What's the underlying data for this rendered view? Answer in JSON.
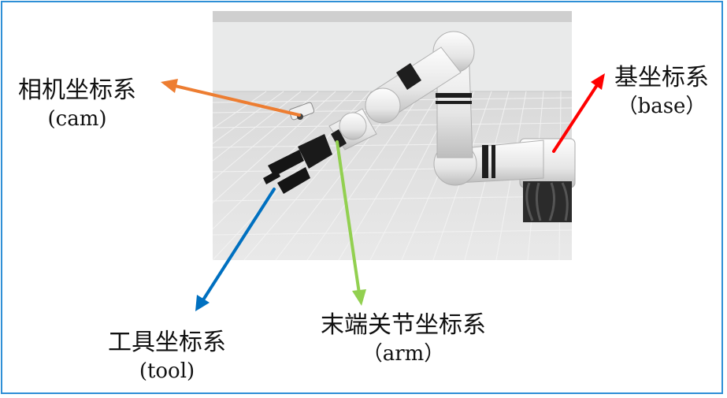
{
  "labels": {
    "cam": {
      "name": "相机坐标系",
      "code": "(cam)",
      "color": "#ed7d31"
    },
    "base": {
      "name": "基坐标系",
      "code": "（base）",
      "color": "#ff0000"
    },
    "tool": {
      "name": "工具坐标系",
      "code": "(tool)",
      "color": "#0070c0"
    },
    "arm": {
      "name": "末端关节坐标系",
      "code": "（arm）",
      "color": "#92d050"
    }
  },
  "frame_color": "#2f8fd6"
}
